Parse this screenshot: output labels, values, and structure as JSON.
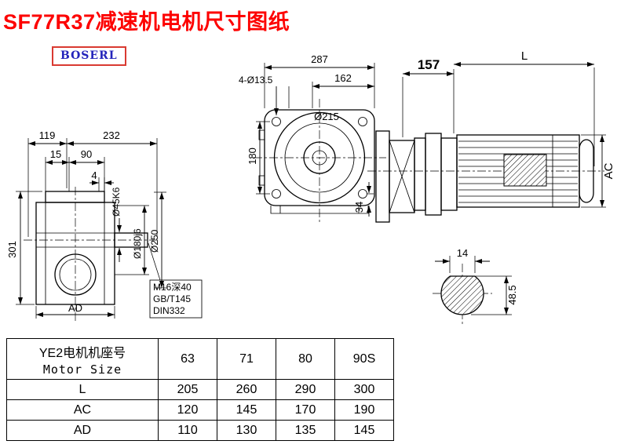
{
  "title": "SF77R37减速机电机尺寸图纸",
  "brand": "BOSERL",
  "drawing": {
    "left_view": {
      "dim_119": "119",
      "dim_232": "232",
      "dim_15": "15",
      "dim_90": "90",
      "dim_4": "4",
      "dim_301": "301",
      "dim_ad": "AD",
      "dia_shaft": "Ø45K6",
      "dia_spigot": "Ø180j6",
      "dia_flange": "Ø250",
      "note_tap": "M16深40",
      "note_std1": "GB/T145",
      "note_std2": "DIN332"
    },
    "front_view": {
      "dim_287": "287",
      "dim_162": "162",
      "dim_bolt_holes": "4-Ø13.5",
      "dia_215": "Ø215",
      "dim_180": "180",
      "dim_34": "34"
    },
    "motor_view": {
      "dim_157": "157",
      "dim_l": "L",
      "dim_ac": "AC"
    },
    "shaft_section": {
      "dim_14": "14",
      "dim_48_5": "48.5"
    }
  },
  "table": {
    "header": {
      "title_cn": "YE2电机机座号",
      "title_en": "Motor Size"
    },
    "motor_sizes": [
      "63",
      "71",
      "80",
      "90S"
    ],
    "rows": [
      {
        "label": "L",
        "values": [
          "205",
          "260",
          "290",
          "300"
        ]
      },
      {
        "label": "AC",
        "values": [
          "120",
          "145",
          "170",
          "190"
        ]
      },
      {
        "label": "AD",
        "values": [
          "110",
          "130",
          "135",
          "145"
        ]
      }
    ]
  }
}
